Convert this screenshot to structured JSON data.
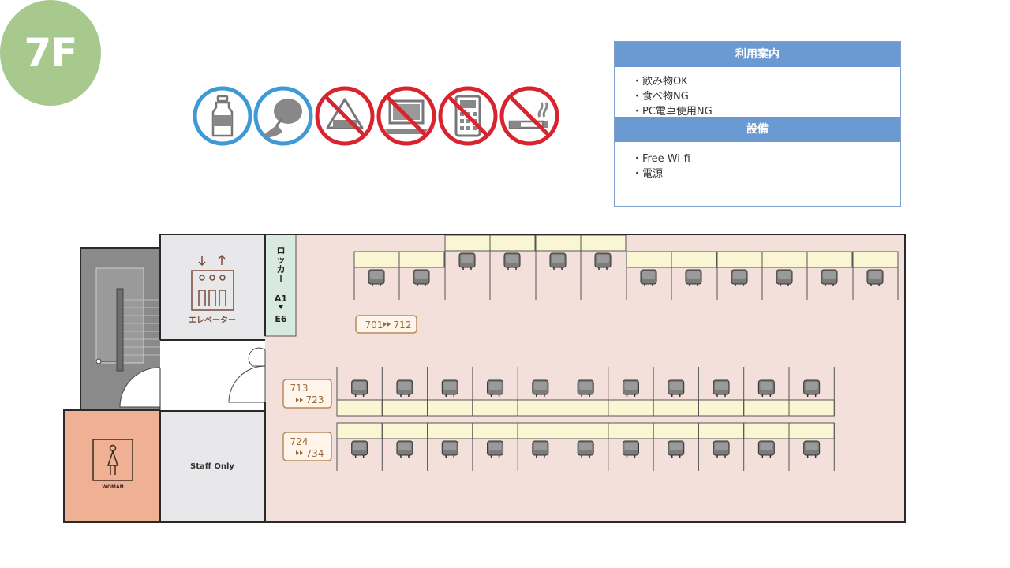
{
  "floor": {
    "label": "7F"
  },
  "rules_icons": [
    {
      "icon": "drink-bottle-icon",
      "status": "allowed"
    },
    {
      "icon": "eating-icon",
      "status": "allowed"
    },
    {
      "icon": "no-food-icon",
      "status": "prohibited"
    },
    {
      "icon": "no-pc-icon",
      "status": "prohibited"
    },
    {
      "icon": "no-calculator-icon",
      "status": "prohibited"
    },
    {
      "icon": "no-smoking-icon",
      "status": "prohibited"
    }
  ],
  "info_panel": {
    "usage_title": "利用案内",
    "usage_items": [
      "・飲み物OK",
      "・食べ物NG",
      "・PC電卓使用NG"
    ],
    "facilities_title": "設備",
    "facility_items": [
      "・Free Wi-fi",
      "・電源"
    ]
  },
  "floorplan": {
    "elevator_label": "エレベーター",
    "locker_label": "ロッカー",
    "locker_range_start": "A1",
    "locker_range_end": "E6",
    "staff_only_label": "Staff Only",
    "restroom_label": "WOMAN",
    "seat_ranges": [
      {
        "from": "701",
        "to": "712"
      },
      {
        "from": "713",
        "to": "723"
      },
      {
        "from": "724",
        "to": "734"
      }
    ],
    "seat_counts": {
      "top_row": 12,
      "middle_row": 11,
      "bottom_row": 11
    }
  },
  "colors": {
    "badge": "#a8c98e",
    "allowed_ring": "#3d9ad6",
    "prohibited_ring": "#d9232e",
    "panel_header": "#6b99d2",
    "study_room": "#f3e0db",
    "desk": "#faf5d2",
    "restroom": "#f0b094",
    "stairs": "#8a8a8a",
    "room_gray": "#e8e8ea",
    "label_brown": "#b9895a"
  }
}
